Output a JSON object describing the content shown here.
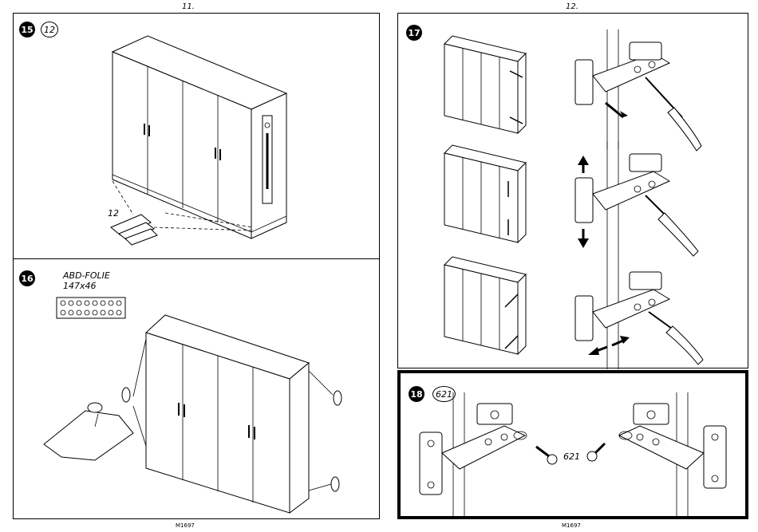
{
  "pages": [
    {
      "number": "11.",
      "footer": "M1697"
    },
    {
      "number": "12.",
      "footer": "M1697"
    }
  ],
  "steps": {
    "s15": {
      "step": "15",
      "part": "12",
      "part_label": "12"
    },
    "s16": {
      "step": "16",
      "film_label": "ABD-FOLIE",
      "film_size": "147x46"
    },
    "s17": {
      "step": "17"
    },
    "s18": {
      "step": "18",
      "part": "621",
      "screw_label": "621"
    }
  },
  "colors": {
    "ink": "#000000",
    "paper": "#ffffff"
  }
}
